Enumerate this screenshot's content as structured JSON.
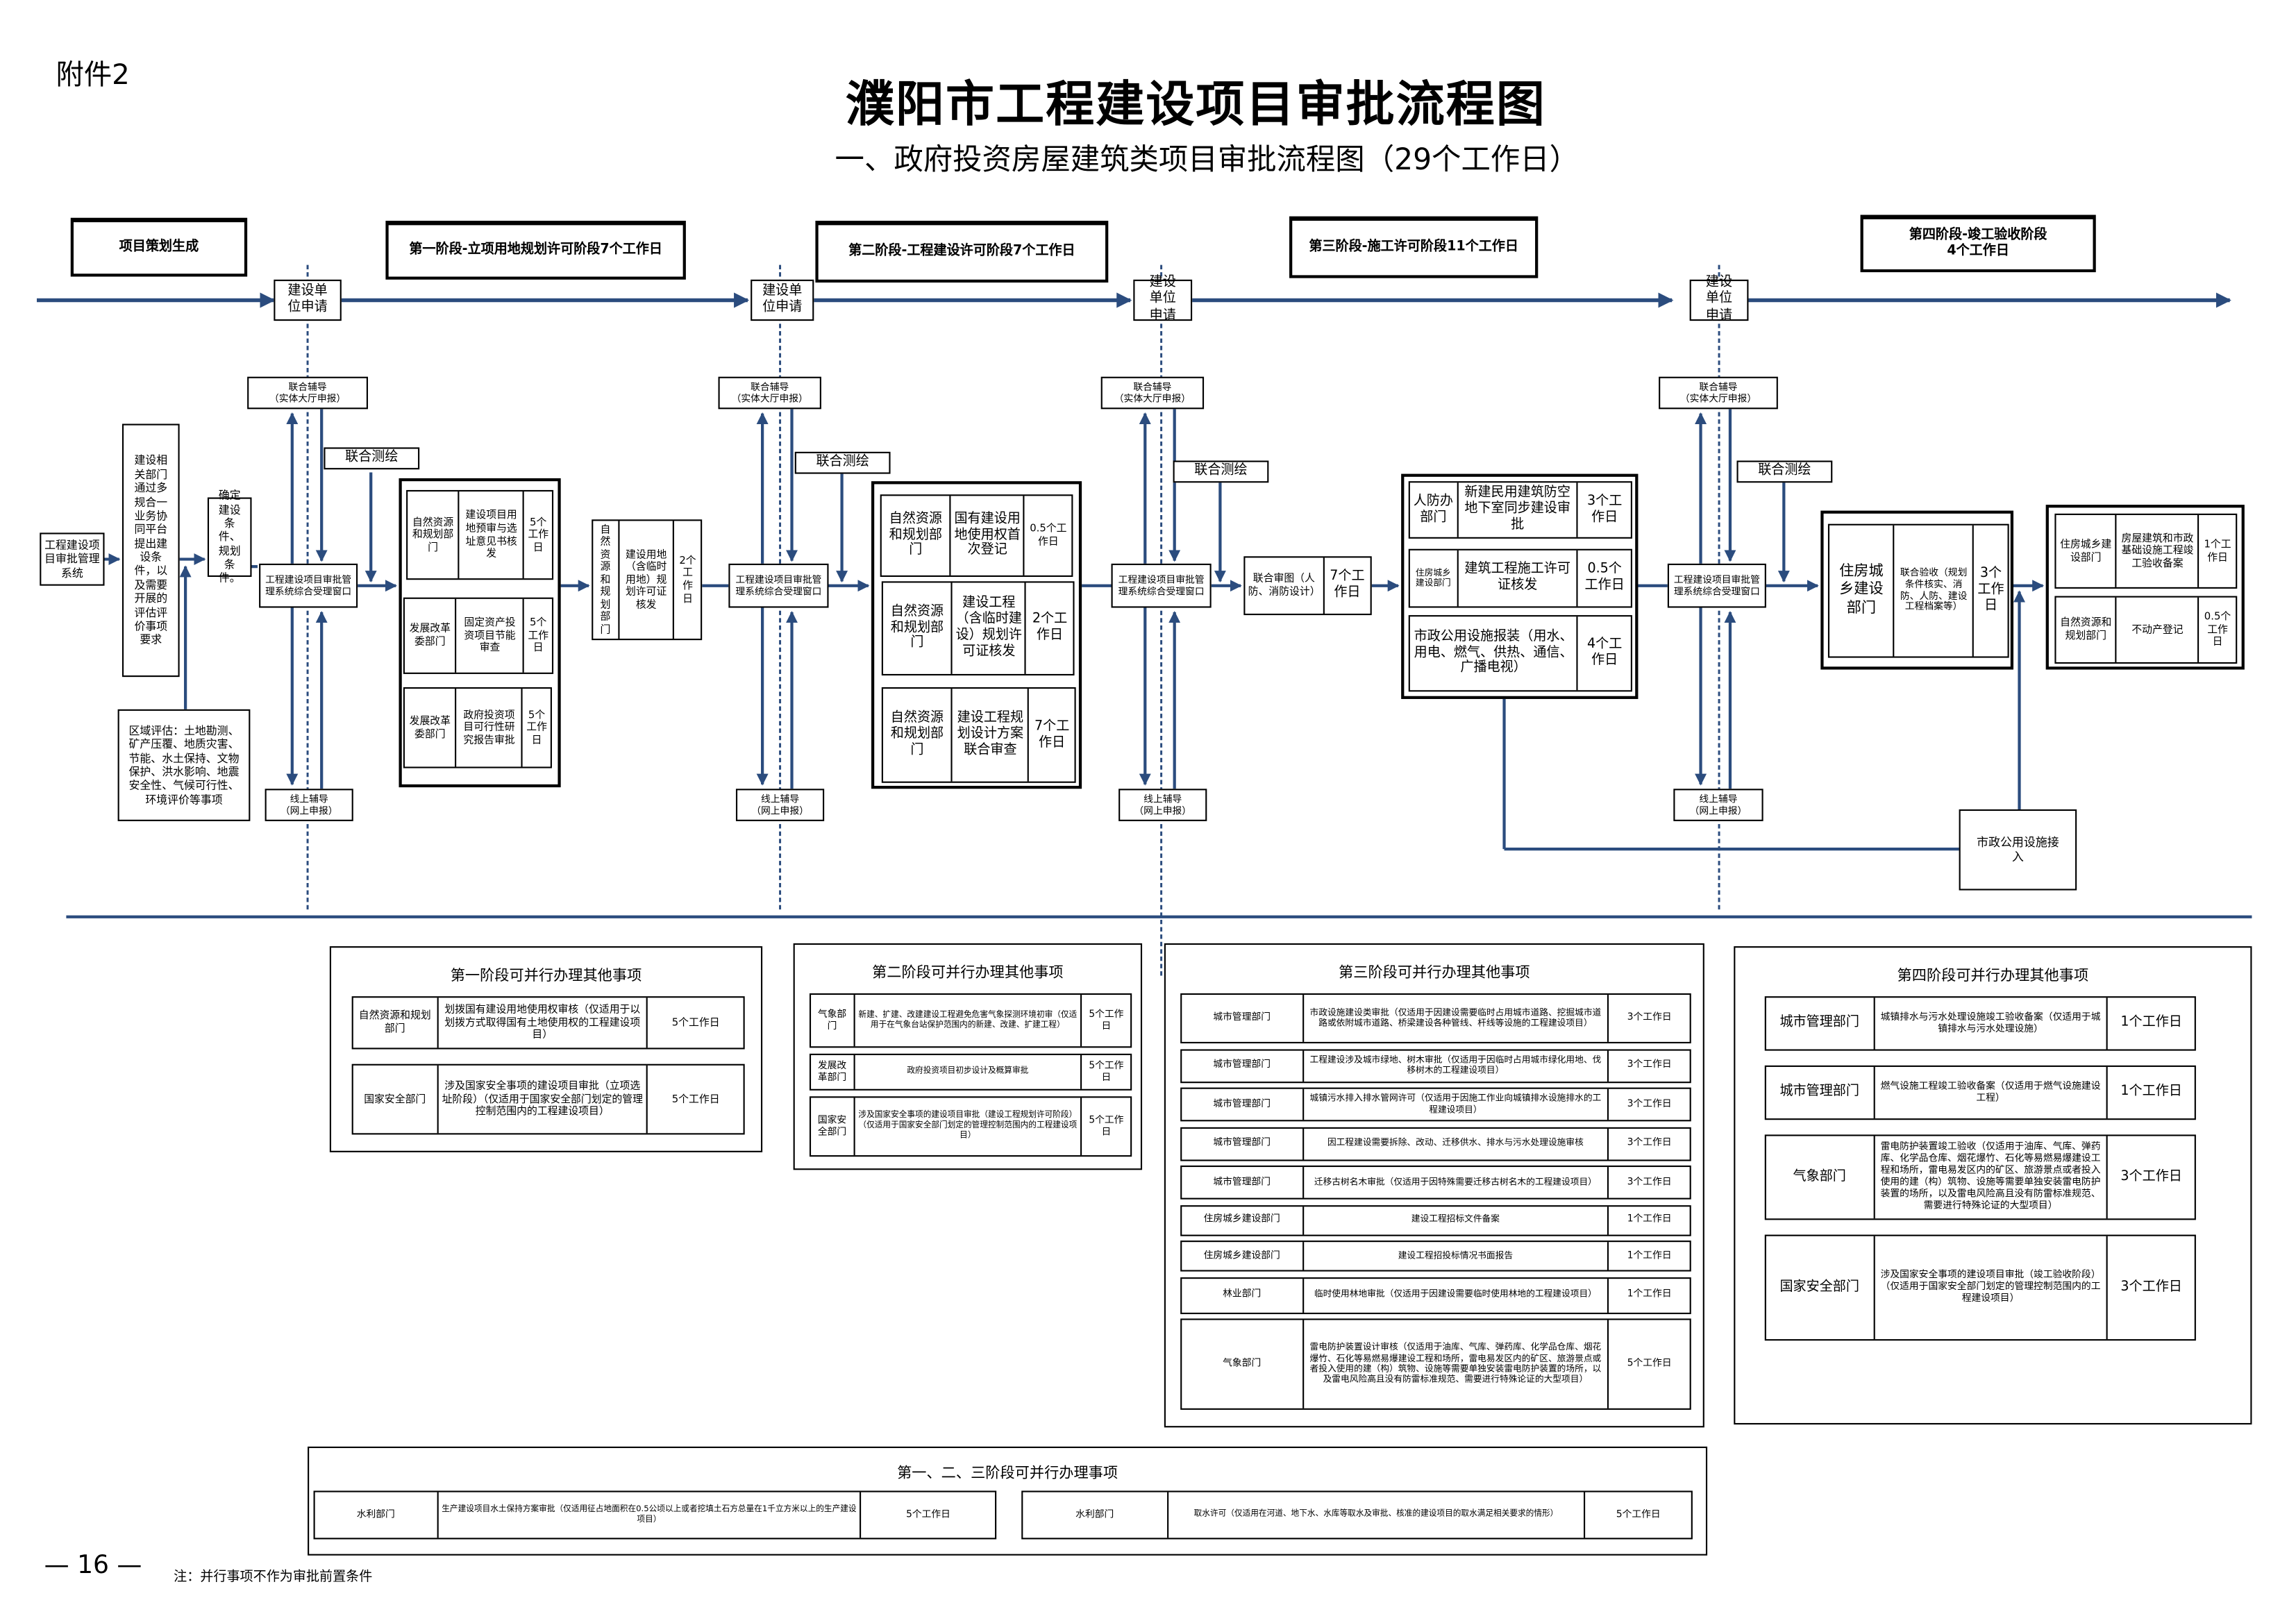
{
  "attachment_label": "附件2",
  "title": "濮阳市工程建设项目审批流程图",
  "subtitle": "一、政府投资房屋建筑类项目审批流程图（29个工作日）",
  "colors": {
    "connector": "#2b4c7e",
    "border": "#000000",
    "background": "#ffffff"
  },
  "phases": [
    "项目策划生成",
    "第一阶段-立项用地规划许可阶段7个工作日",
    "第二阶段-工程建设许可阶段7个工作日",
    "第三阶段-施工许可阶段11个工作日",
    "第四阶段-竣工验收阶段4个工作日"
  ],
  "hub": {
    "applicant": "建设单位申请",
    "joint_guidance": [
      "联合辅导",
      "（实体大厅申报）"
    ],
    "online_guidance": [
      "线上辅导",
      "（网上申报）"
    ],
    "window": "工程建设项目审批管理系统综合受理窗口",
    "joint_survey": "联合测绘"
  },
  "flow": {
    "system": "工程建设项目审批管理系统",
    "depts_submit": "建设相关部门通过多规合一业务协同平台提出建设条件，以及需要开展的评估评价事项要求",
    "conditions": "确定建设条件、规划条件。",
    "regional": "区域评估：土地勘测、矿产压覆、地质灾害、节能、水土保持、文物保护、洪水影响、地震安全性、气候可行性、环境评价等事项",
    "municipal_access": "市政公用设施接入",
    "blocks": [
      [
        "自然资源和规划部门",
        "建设项目用地预审与选址意见书核发",
        "5个工作日"
      ],
      [
        "发展改革委部门",
        "固定资产投资项目节能审查",
        "5个工作日"
      ],
      [
        "发展改革委部门",
        "政府投资项目可行性研究报告审批",
        "5个工作日"
      ],
      [
        "自然资源和规划部门",
        "建设用地（含临时用地）规划许可证核发",
        "2个工作日"
      ],
      [
        "自然资源和规划部门",
        "国有建设用地使用权首次登记",
        "0.5个工作日"
      ],
      [
        "自然资源和规划部门",
        "建设工程（含临时建设）规划许可证核发",
        "2个工作日"
      ],
      [
        "自然资源和规划部门",
        "建设工程规划设计方案联合审查",
        "7个工作日"
      ],
      [
        "联合审图（人防、消防设计）",
        "7个工作日"
      ],
      [
        "人防办部门",
        "新建民用建筑防空地下室同步建设审批",
        "3个工作日"
      ],
      [
        "住房城乡建设部门",
        "建筑工程施工许可证核发",
        "0.5个工作日"
      ],
      [
        "市政公用设施报装（用水、用电、燃气、供热、通信、广播电视）",
        "4个工作日"
      ],
      [
        "住房城乡建设部门",
        "联合验收（规划条件核实、消防、人防、建设工程档案等）",
        "3个工作日"
      ],
      [
        "住房城乡建设部门",
        "房屋建筑和市政基础设施工程竣工验收备案",
        "1个工作日"
      ],
      [
        "自然资源和规划部门",
        "不动产登记",
        "0.5个工作日"
      ]
    ]
  },
  "parallel": {
    "stage1": {
      "title": "第一阶段可并行办理其他事项",
      "rows": [
        [
          "自然资源和规划部门",
          "划拨国有建设用地使用权审核（仅适用于以划拨方式取得国有土地使用权的工程建设项目）",
          "5个工作日"
        ],
        [
          "国家安全部门",
          "涉及国家安全事项的建设项目审批（立项选址阶段）（仅适用于国家安全部门划定的管理控制范围内的工程建设项目）",
          "5个工作日"
        ]
      ]
    },
    "stage2": {
      "title": "第二阶段可并行办理其他事项",
      "rows": [
        [
          "气象部门",
          "新建、扩建、改建建设工程避免危害气象探测环境初审（仅适用于在气象台站保护范围内的新建、改建、扩建工程）",
          "5个工作日"
        ],
        [
          "发展改革部门",
          "政府投资项目初步设计及概算审批",
          "5个工作日"
        ],
        [
          "国家安全部门",
          "涉及国家安全事项的建设项目审批（建设工程规划许可阶段）（仅适用于国家安全部门划定的管理控制范围内的工程建设项目）",
          "5个工作日"
        ]
      ]
    },
    "stage3": {
      "title": "第三阶段可并行办理其他事项",
      "rows": [
        [
          "城市管理部门",
          "市政设施建设类审批（仅适用于因建设需要临时占用城市道路、挖掘城市道路或依附城市道路、桥梁建设各种管线、杆线等设施的工程建设项目）",
          "3个工作日"
        ],
        [
          "城市管理部门",
          "工程建设涉及城市绿地、树木审批（仅适用于因临时占用城市绿化用地、伐移树木的工程建设项目）",
          "3个工作日"
        ],
        [
          "城市管理部门",
          "城镇污水排入排水管网许可（仅适用于因施工作业向城镇排水设施排水的工程建设项目）",
          "3个工作日"
        ],
        [
          "城市管理部门",
          "因工程建设需要拆除、改动、迁移供水、排水与污水处理设施审核",
          "3个工作日"
        ],
        [
          "城市管理部门",
          "迁移古树名木审批（仅适用于因特殊需要迁移古树名木的工程建设项目）",
          "3个工作日"
        ],
        [
          "住房城乡建设部门",
          "建设工程招标文件备案",
          "1个工作日"
        ],
        [
          "住房城乡建设部门",
          "建设工程招投标情况书面报告",
          "1个工作日"
        ],
        [
          "林业部门",
          "临时使用林地审批（仅适用于因建设需要临时使用林地的工程建设项目）",
          "1个工作日"
        ],
        [
          "气象部门",
          "雷电防护装置设计审核（仅适用于油库、气库、弹药库、化学品仓库、烟花爆竹、石化等易燃易爆建设工程和场所，雷电易发区内的矿区、旅游景点或者投入使用的建（构）筑物、设施等需要单独安装雷电防护装置的场所，以及雷电风险高且没有防雷标准规范、需要进行特殊论证的大型项目）",
          "5个工作日"
        ]
      ]
    },
    "stage4": {
      "title": "第四阶段可并行办理其他事项",
      "rows": [
        [
          "城市管理部门",
          "城镇排水与污水处理设施竣工验收备案（仅适用于城镇排水与污水处理设施）",
          "1个工作日"
        ],
        [
          "城市管理部门",
          "燃气设施工程竣工验收备案（仅适用于燃气设施建设工程）",
          "1个工作日"
        ],
        [
          "气象部门",
          "雷电防护装置竣工验收（仅适用于油库、气库、弹药库、化学品仓库、烟花爆竹、石化等易燃易爆建设工程和场所，雷电易发区内的矿区、旅游景点或者投入使用的建（构）筑物、设施等需要单独安装雷电防护装置的场所，以及雷电风险高且没有防雷标准规范、需要进行特殊论证的大型项目）",
          "3个工作日"
        ],
        [
          "国家安全部门",
          "涉及国家安全事项的建设项目审批（竣工验收阶段）（仅适用于国家安全部门划定的管理控制范围内的工程建设项目）",
          "3个工作日"
        ]
      ]
    },
    "combined": {
      "title": "第一、二、三阶段可并行办理事项",
      "rows": [
        [
          "水利部门",
          "生产建设项目水土保持方案审批（仅适用征占地面积在0.5公顷以上或者挖填土石方总量在1千立方米以上的生产建设项目）",
          "5个工作日"
        ],
        [
          "水利部门",
          "取水许可（仅适用在河道、地下水、水库等取水及审批、核准的建设项目的取水满足相关要求的情形）",
          "5个工作日"
        ]
      ]
    }
  },
  "footer": {
    "page_number": "— 16 —",
    "note": "注：并行事项不作为审批前置条件"
  }
}
